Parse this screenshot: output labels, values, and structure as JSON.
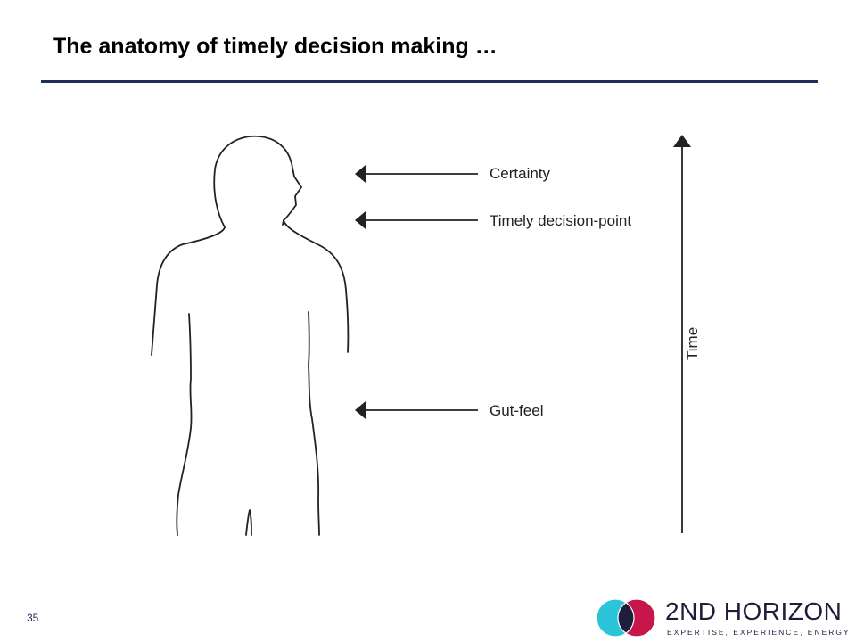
{
  "slide": {
    "title": "The anatomy of timely decision making …",
    "page_number": "35"
  },
  "diagram": {
    "labels": {
      "certainty": "Certainty",
      "timely_decision_point": "Timely decision-point",
      "gut_feel": "Gut-feel"
    },
    "axis_label": "Time"
  },
  "logo": {
    "name": "2ND HORIZON",
    "tagline": "EXPERTISE, EXPERIENCE, ENERGY",
    "colors": {
      "cyan": "#2bc4d9",
      "crimson": "#c8154a",
      "navy": "#1e1e3c"
    }
  },
  "theme": {
    "rule_color": "#1f2d5a"
  }
}
